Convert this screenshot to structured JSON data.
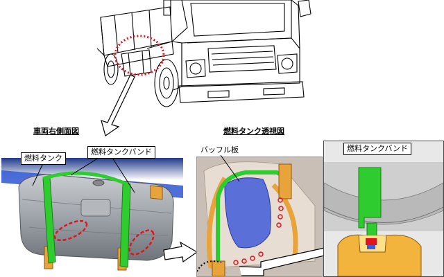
{
  "headings": {
    "side_view": "車両右側面図",
    "tank_view": "燃料タンク透視図"
  },
  "callouts": {
    "fuel_tank": "燃料タンク",
    "fuel_tank_band": "燃料タンクバンド",
    "baffle_plate": "バッフル板",
    "fuel_tank_band_detail": "燃料タンクバンド"
  },
  "colors": {
    "band_green": "#2ecc2e",
    "tank_grey": "#a9aeb4",
    "bracket_orange": "#e8a33a",
    "frame_blue": "#3b5fd6",
    "baffle_blue": "#5a6fd8",
    "highlight_red": "#e0141e"
  }
}
